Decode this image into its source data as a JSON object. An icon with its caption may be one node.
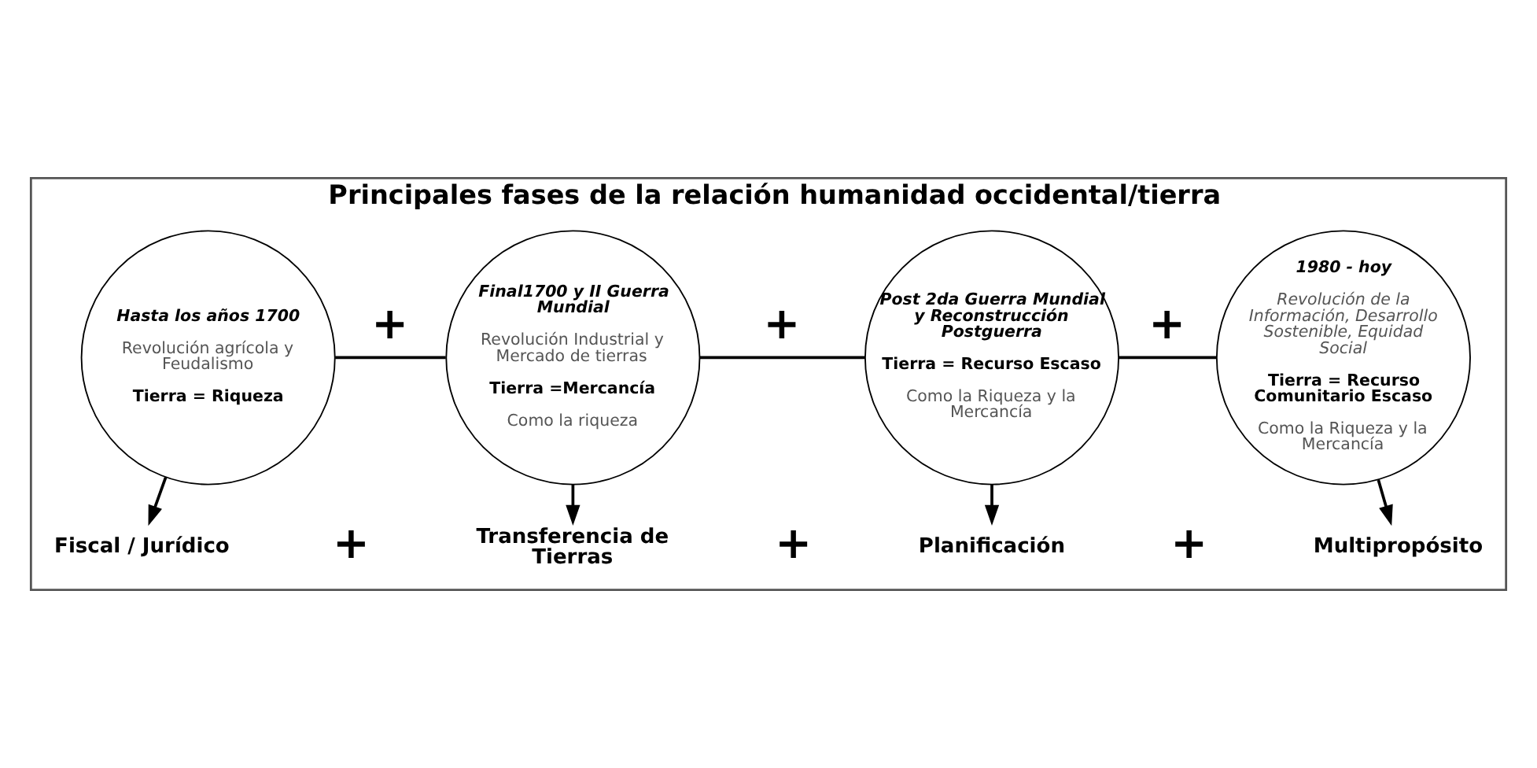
{
  "diagram": {
    "nodes": [
      {
        "text": [
          "Principales fases de la relación humanidad occidental/tierra"
        ]
      },
      {
        "text": [
          "Hasta los años 1700",
          "Revolución agrícola y Feudalismo",
          "Tierra = Riqueza"
        ],
        "in": 0
      },
      {
        "text": [
          "Final1700 y II Guerra Mundial",
          "Revolución Industrial y Mercado de tierras",
          "Tierra =Mercancía",
          "Como la riqueza"
        ],
        "in": 0
      },
      {
        "text": [
          "Post 2da Guerra Mundial y Reconstrucción Postguerra",
          "Tierra = Recurso Escaso",
          "Como la Riqueza y la Mercancía"
        ],
        "in": 0
      },
      {
        "text": [
          "1980 - hoy",
          "Revolución de la Información, Desarrollo Sostenible, Equidad Social",
          "Tierra = Recurso Comunitario Escaso",
          "Como la Riqueza y la Mercancía"
        ],
        "in": 0
      },
      {
        "text": [
          "Fiscal / Jurídico"
        ],
        "in": 0
      },
      {
        "text": [
          "Transferencia de Tierras"
        ],
        "in": 0
      },
      {
        "text": [
          "Planificación"
        ],
        "in": 0
      },
      {
        "text": [
          "Multipropósito"
        ],
        "in": 0
      }
    ],
    "edges": [
      {
        "from": 1,
        "to": 2,
        "arrow": "none",
        "label": "+"
      },
      {
        "from": 2,
        "to": 3,
        "arrow": "none",
        "label": "+"
      },
      {
        "from": 3,
        "to": 4,
        "arrow": "none",
        "label": "+"
      },
      {
        "from": 1,
        "to": 5,
        "arrow": "to"
      },
      {
        "from": 2,
        "to": 6,
        "arrow": "to"
      },
      {
        "from": 3,
        "to": 7,
        "arrow": "to"
      },
      {
        "from": 4,
        "to": 8,
        "arrow": "to"
      }
    ],
    "labels": [
      "+",
      "+",
      "+"
    ]
  }
}
